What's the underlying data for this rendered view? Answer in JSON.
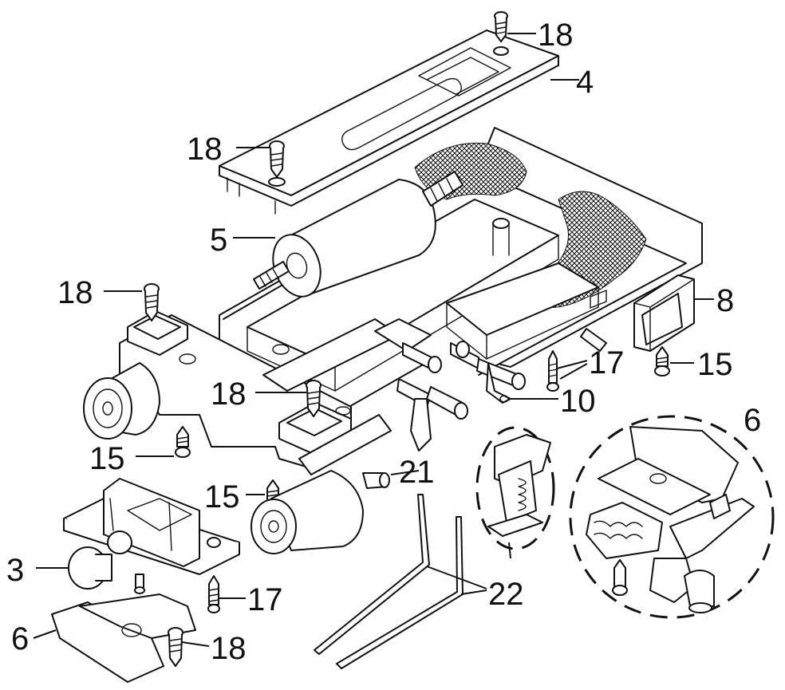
{
  "diagram": {
    "callouts": {
      "c18a": "18",
      "c4": "4",
      "c18b": "18",
      "c5": "5",
      "c18c": "18",
      "c8": "8",
      "c17a": "17",
      "c15a": "15",
      "c18d": "18",
      "c10": "10",
      "c6a": "6",
      "c15b": "15",
      "c21": "21",
      "c15c": "15",
      "c3": "3",
      "c17b": "17",
      "c22": "22",
      "c6b": "6",
      "c18e": "18"
    }
  }
}
